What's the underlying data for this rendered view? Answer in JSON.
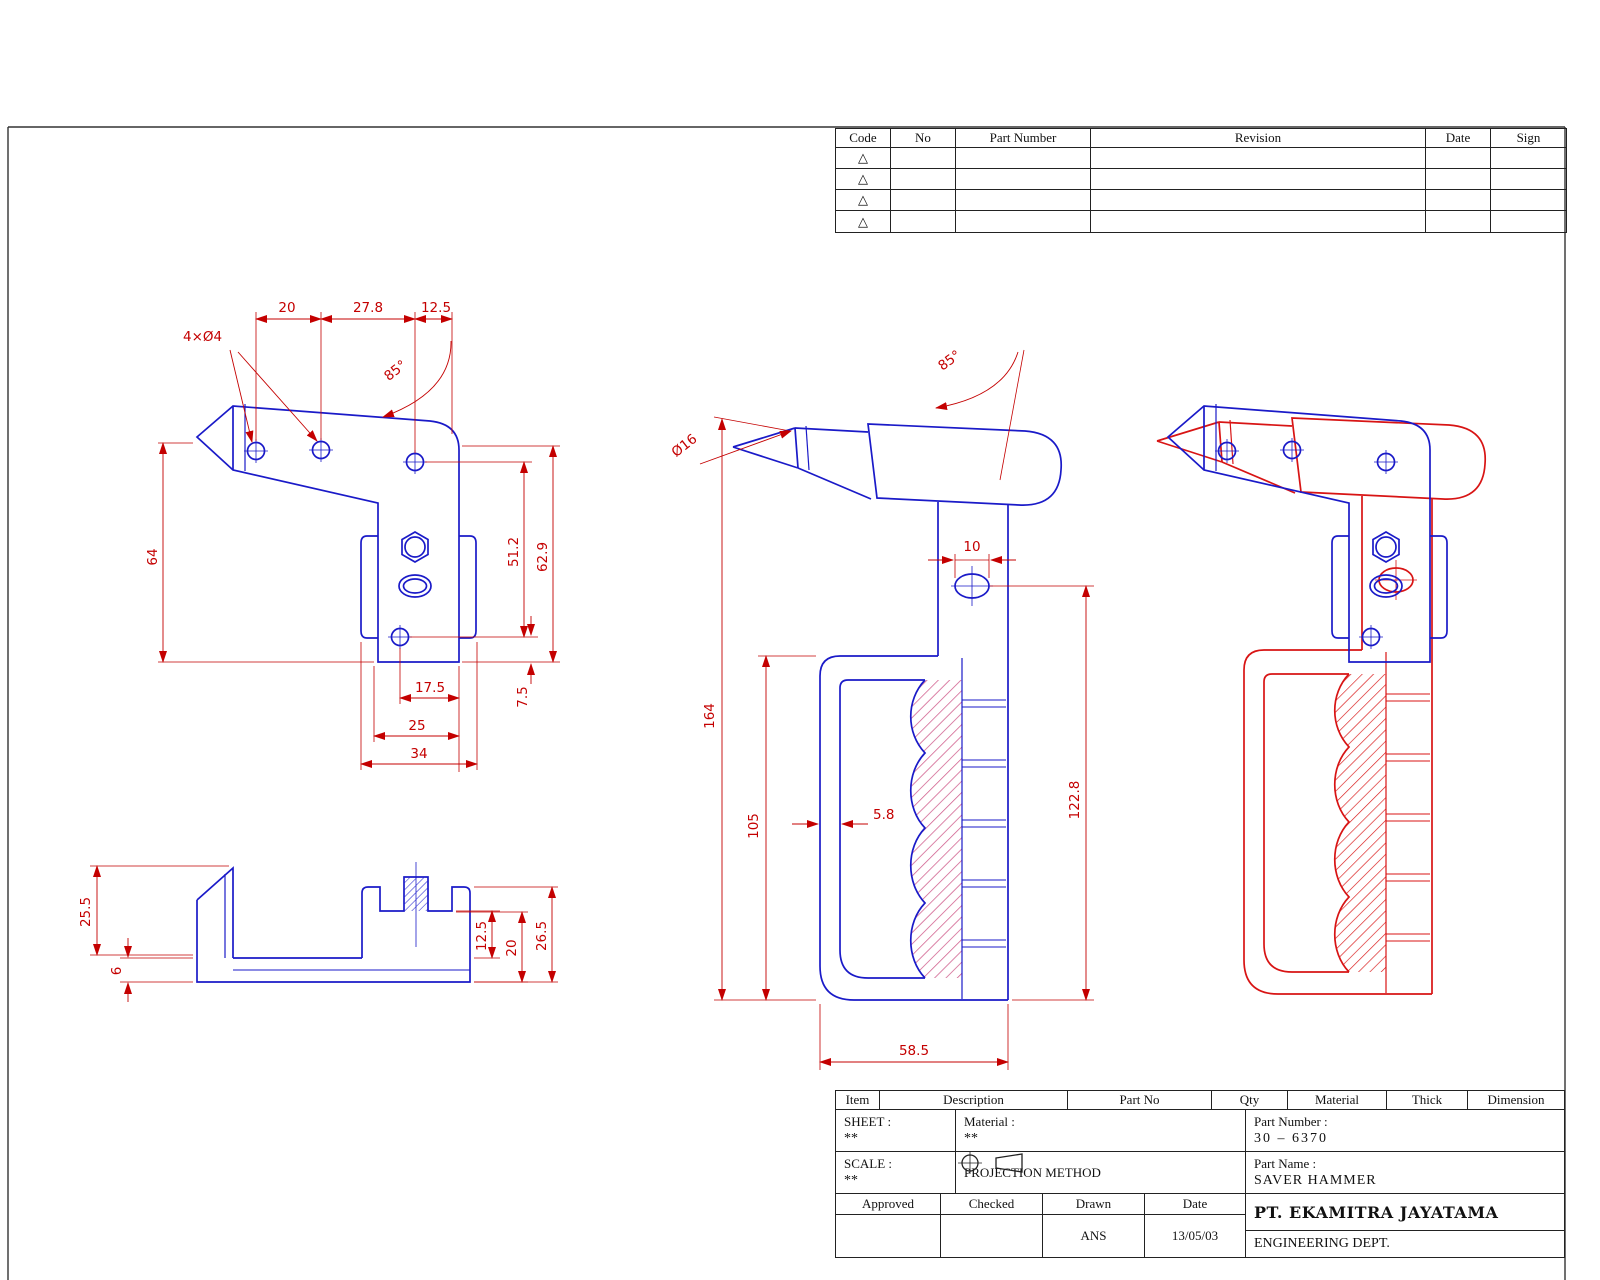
{
  "revision": {
    "headers": [
      "Code",
      "No",
      "Part Number",
      "Revision",
      "Date",
      "Sign"
    ],
    "rows": [
      {
        "code": "△"
      },
      {
        "code": "△"
      },
      {
        "code": "△"
      },
      {
        "code": "△"
      }
    ]
  },
  "title": {
    "headers": [
      "Item",
      "Description",
      "Part No",
      "Qty",
      "Material",
      "Thick",
      "Dimension"
    ],
    "sheet_label": "SHEET :",
    "sheet_value": "**",
    "material_label": "Material :",
    "material_value": "**",
    "scale_label": "SCALE :",
    "scale_value": "**",
    "projection_label": "PROJECTION METHOD",
    "part_number_label": "Part Number :",
    "part_number_value": "30  –  6370",
    "part_name_label": "Part Name :",
    "part_name_value": "SAVER HAMMER",
    "approved_label": "Approved",
    "checked_label": "Checked",
    "drawn_label": "Drawn",
    "date_label": "Date",
    "drawn_value": "ANS",
    "date_value": "13/05/03",
    "company": "PT. EKAMITRA JAYATAMA",
    "department": "ENGINEERING DEPT."
  },
  "part": {
    "name": "SAVER HAMMER",
    "number": "30 - 6370"
  },
  "dims": {
    "v1": {
      "w1": "20",
      "w2": "27.8",
      "w3": "12.5",
      "holes": "4×Ø4",
      "ang": "85°",
      "h": "64",
      "r1": "51.2",
      "r2": "62.9",
      "s": "7.5",
      "b1": "17.5",
      "b2": "25",
      "b3": "34"
    },
    "v2": {
      "a": "25.5",
      "b": "6",
      "c": "12.5",
      "d": "20",
      "e": "26.5"
    },
    "v3": {
      "dia": "Ø16",
      "ang": "85°",
      "hole": "10",
      "h1": "164",
      "h2": "105",
      "t": "5.8",
      "h3": "122.8",
      "w": "58.5"
    }
  },
  "colors": {
    "outline_blue": "#1a1ac8",
    "outline_red": "#d81414",
    "dimension_red": "#c40000",
    "hatch_pink": "#cf5a8a",
    "table_line": "#222222"
  }
}
